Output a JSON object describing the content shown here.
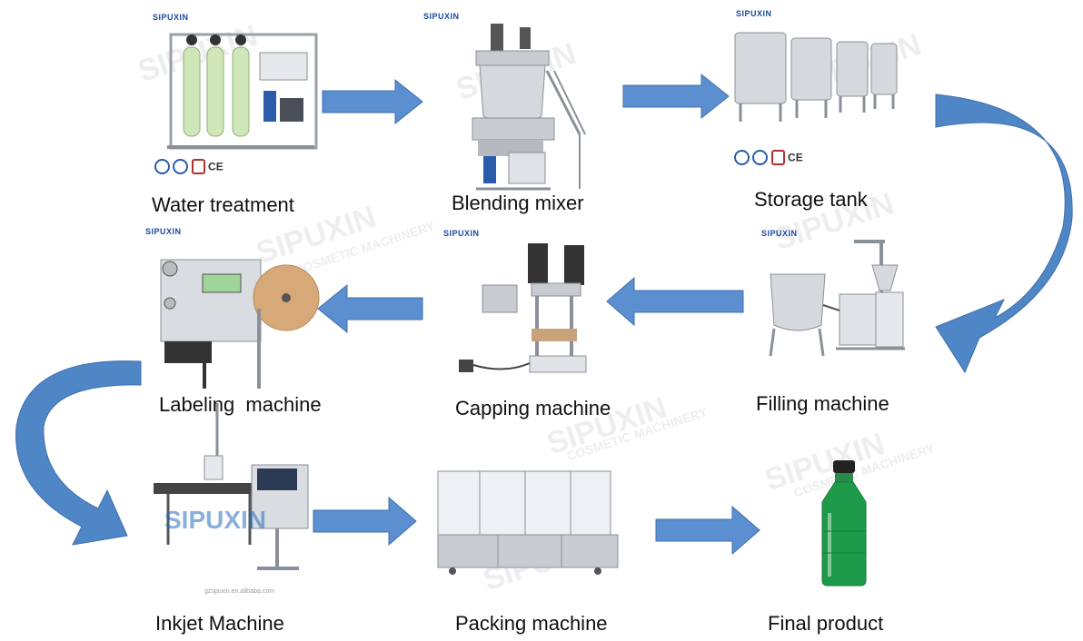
{
  "steps": [
    {
      "id": "water",
      "label": "Water treatment"
    },
    {
      "id": "blending",
      "label": "Blending mixer"
    },
    {
      "id": "storage",
      "label": "Storage tank"
    },
    {
      "id": "filling",
      "label": "Filling machine"
    },
    {
      "id": "capping",
      "label": "Capping machine"
    },
    {
      "id": "labeling",
      "label": "Labeling  machine"
    },
    {
      "id": "inkjet",
      "label": "Inkjet Machine"
    },
    {
      "id": "packing",
      "label": "Packing machine"
    },
    {
      "id": "final",
      "label": "Final product"
    }
  ],
  "brand": {
    "name": "SIPUXIN",
    "watermark_sub": "COSMETIC MACHINERY",
    "cert_mark": "CE",
    "inkjet_url": "gzspuxin.en.alibaba.com"
  },
  "colors": {
    "arrow_fill": "#5b8fd0",
    "arrow_stroke": "#3f6fae",
    "curve_fill": "#4f86c6",
    "steel": "#c8ccd2",
    "steel_dark": "#8a9098",
    "resin_tank": "#cfe6b8",
    "bottle_green": "#1f9a4a"
  },
  "icons": [
    "arrow-right-icon",
    "arrow-left-icon",
    "curved-arrow-icon"
  ]
}
